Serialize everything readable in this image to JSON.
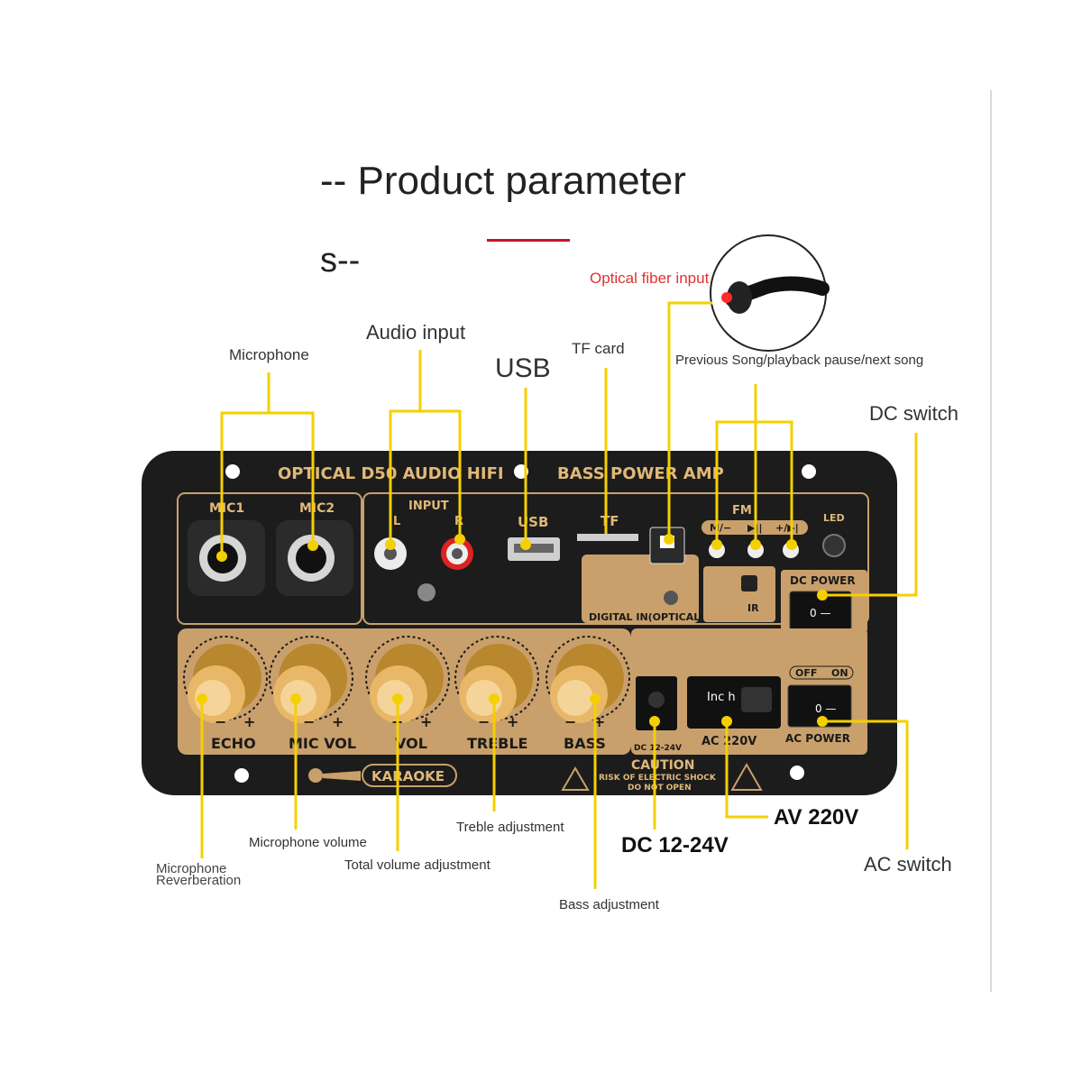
{
  "header": {
    "title": "-- Product parameter",
    "subtitle": "s--"
  },
  "callouts": {
    "microphone": "Microphone",
    "audio_input": "Audio input",
    "usb": "USB",
    "tf_card": "TF card",
    "optical_fiber_input": "Optical fiber input",
    "prev_play_next": "Previous Song/playback pause/next song",
    "dc_switch": "DC switch",
    "mic_reverb_line1": "Microphone",
    "mic_reverb_line2": "Reverberation",
    "mic_volume": "Microphone volume",
    "total_volume": "Total volume adjustment",
    "treble_adjustment": "Treble adjustment",
    "bass_adjustment": "Bass adjustment",
    "dc_voltage": "DC 12-24V",
    "av_voltage": "AV 220V",
    "ac_switch": "AC switch"
  },
  "panel": {
    "header_left": "OPTICAL D50 AUDIO HIFI",
    "header_right": "BASS POWER AMP",
    "mic1": "MIC1",
    "mic2": "MIC2",
    "input": "INPUT",
    "input_l": "L",
    "input_r": "R",
    "usb": "USB",
    "tf": "TF",
    "fm": "FM",
    "prev_btn": "M/−",
    "play_btn": "▶||",
    "next_btn": "+/▶|",
    "led": "LED",
    "digital_in": "DIGITAL IN(OPTICAL)",
    "ir": "IR",
    "dc_power": "DC POWER",
    "off": "OFF",
    "on": "ON",
    "knob_echo": "ECHO",
    "knob_mic_vol": "MIC VOL",
    "knob_vol": "VOL",
    "knob_treble": "TREBLE",
    "knob_bass": "BASS",
    "minus": "−",
    "plus": "+",
    "dc_jack": "DC 12-24V",
    "ac_jack": "AC 220V",
    "ac_power": "AC POWER",
    "inch": "Inc h",
    "karaoke": "KARAOKE",
    "caution": "CAUTION",
    "risk": "RISK OF ELECTRIC SHOCK",
    "do_not_open": "DO NOT OPEN"
  },
  "colors": {
    "gold_text": "#e0b878",
    "panel_black": "#1c1c1c",
    "panel_tan": "#c9a06b",
    "callout_yellow": "#f5d000",
    "accent_red": "#c8102e"
  }
}
